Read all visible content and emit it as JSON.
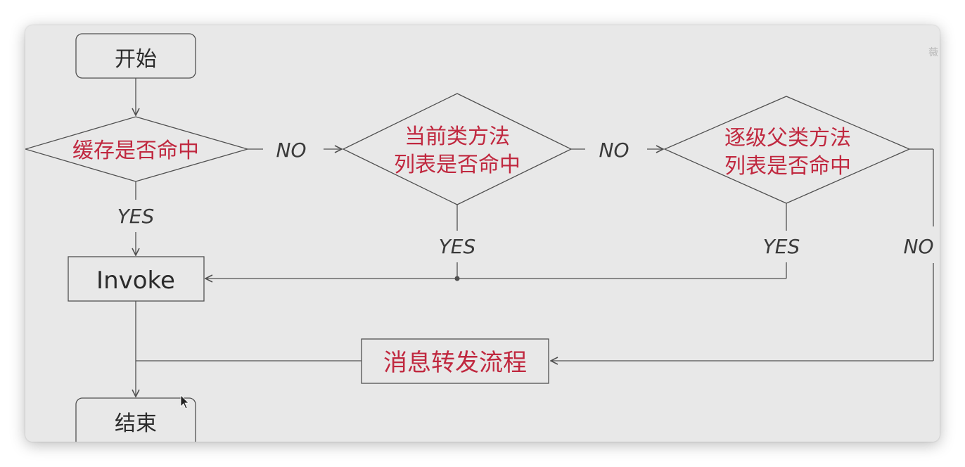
{
  "nodes": {
    "start": "开始",
    "cache_hit": "缓存是否命中",
    "method_list_line1": "当前类方法",
    "method_list_line2": "列表是否命中",
    "super_list_line1": "逐级父类方法",
    "super_list_line2": "列表是否命中",
    "invoke": "Invoke",
    "forwarding": "消息转发流程",
    "end": "结束"
  },
  "edge_labels": {
    "no_1": "NO",
    "no_2": "NO",
    "no_3": "NO",
    "yes_1": "YES",
    "yes_2": "YES",
    "yes_3": "YES"
  },
  "corner_text": "薇",
  "colors": {
    "red_text": "#c0283f",
    "line": "#505050",
    "background": "#e8e8e8"
  }
}
